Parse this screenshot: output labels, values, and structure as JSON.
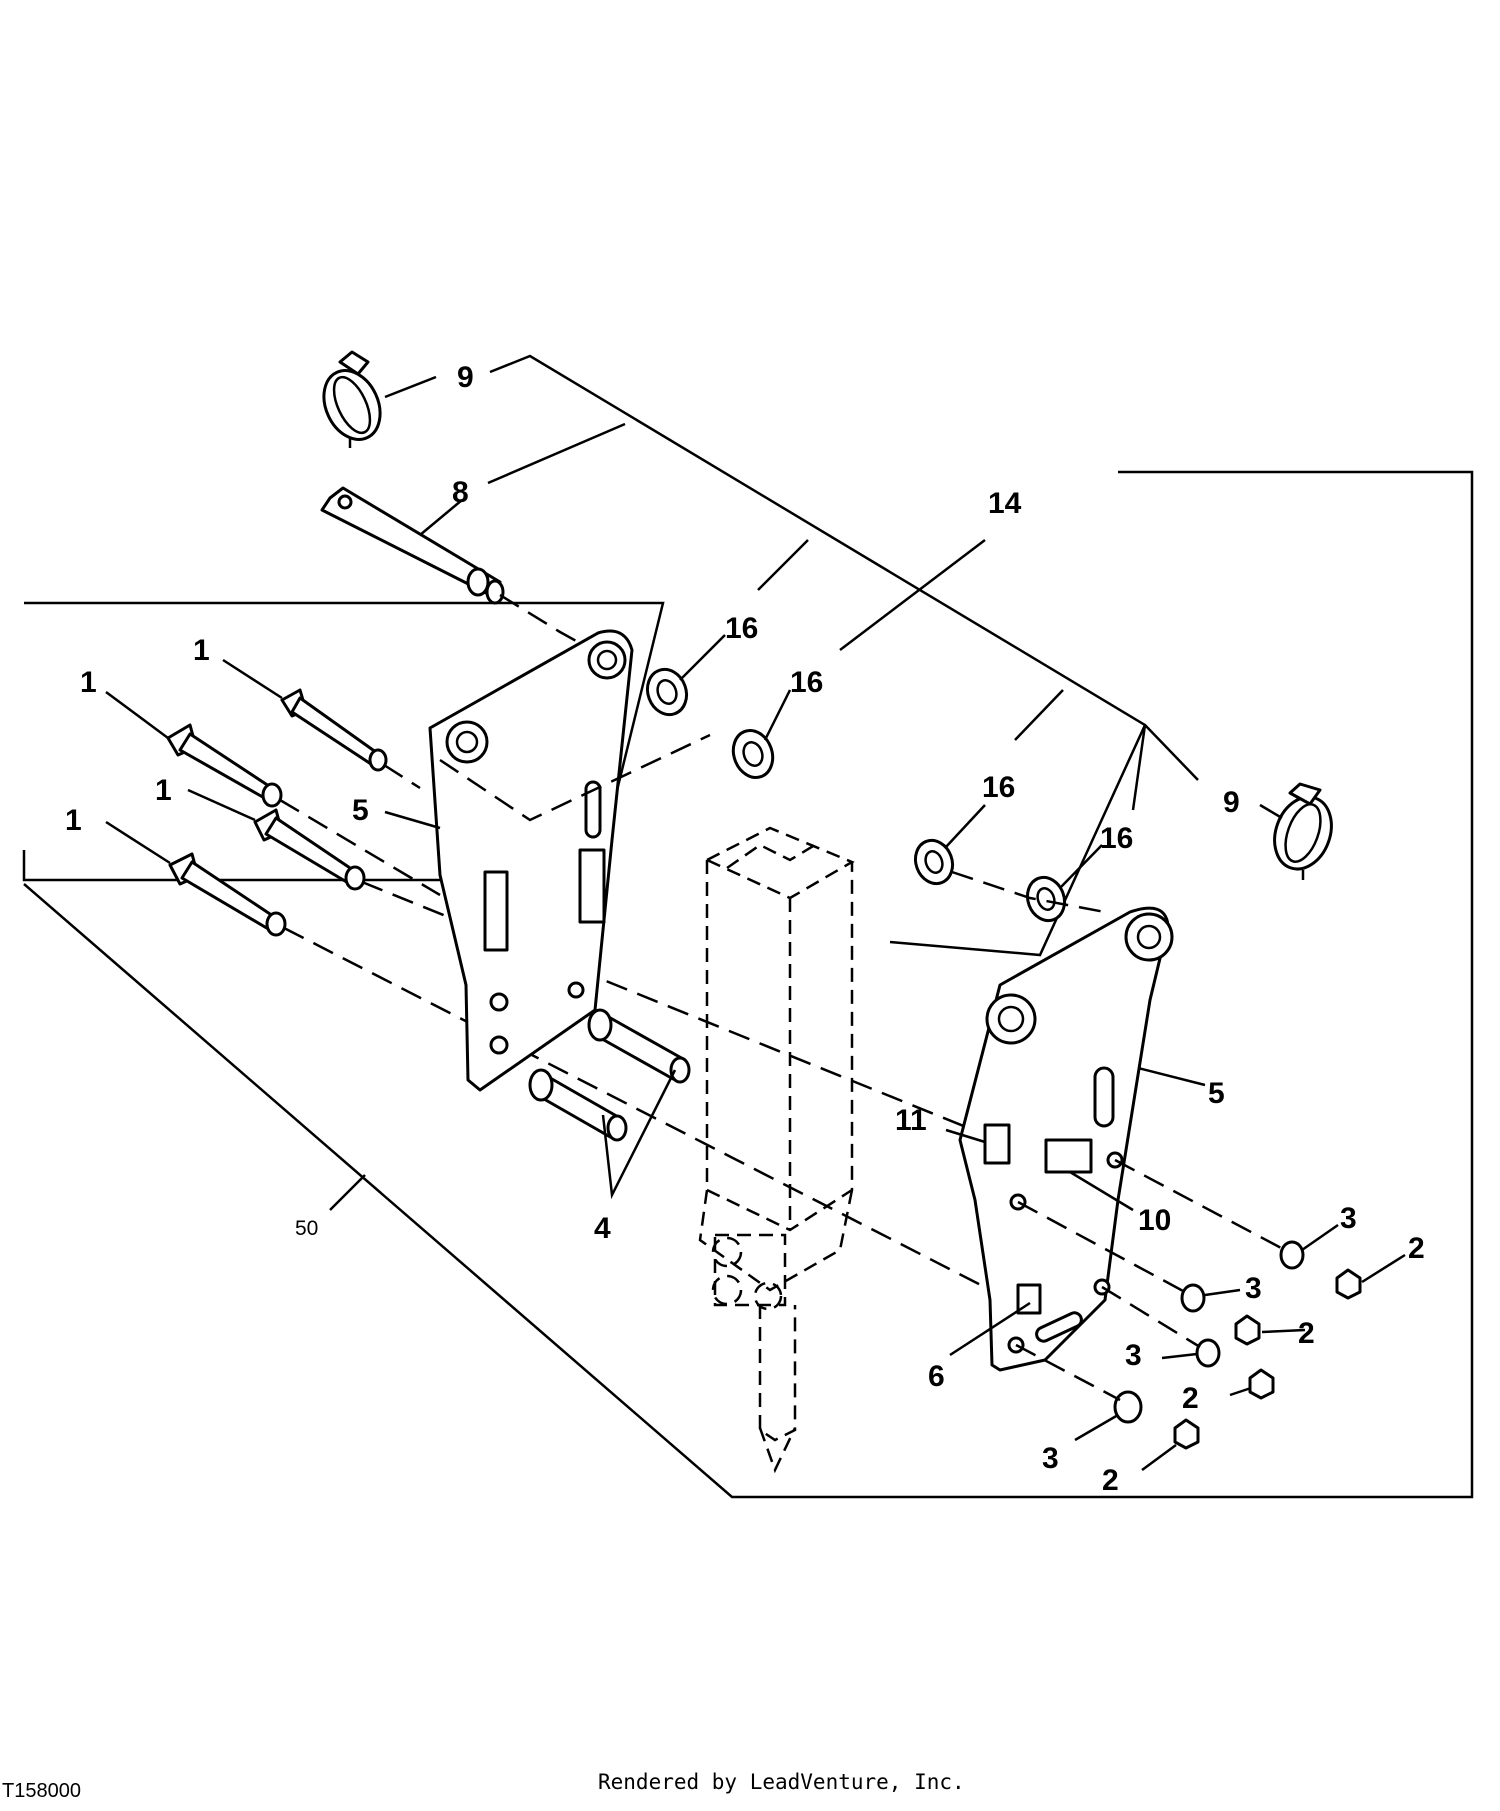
{
  "figure_id": "T158000",
  "credit": "Rendered by LeadVenture, Inc.",
  "callouts": [
    "1",
    "1",
    "1",
    "1",
    "2",
    "2",
    "2",
    "2",
    "3",
    "3",
    "3",
    "3",
    "4",
    "5",
    "5",
    "6",
    "8",
    "9",
    "9",
    "10",
    "11",
    "14",
    "16",
    "16",
    "16",
    "16",
    "50"
  ]
}
